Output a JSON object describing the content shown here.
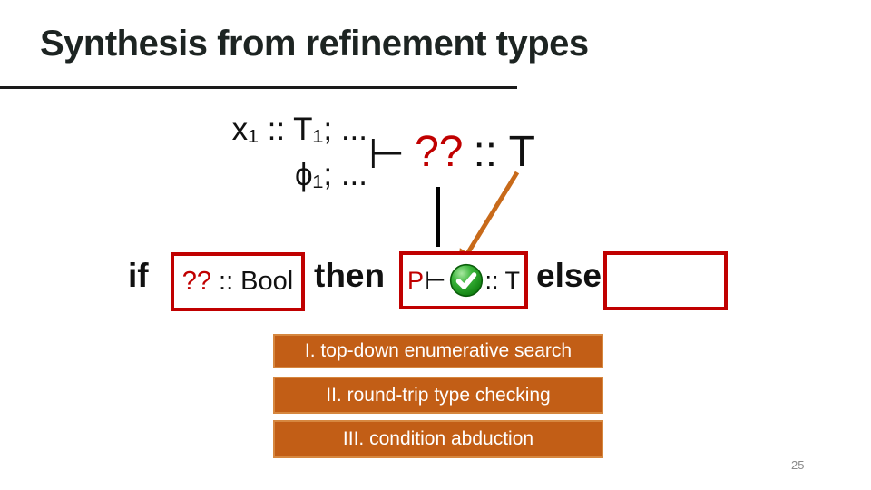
{
  "slide": {
    "title": "Synthesis from refinement types",
    "page_number": "25"
  },
  "judgment": {
    "context_line1": "x₁ :: T₁; ...",
    "context_line2": "ϕ₁; ...",
    "turnstile": "⊢",
    "hole": "??",
    "goal_type": ":: T"
  },
  "expression": {
    "if_keyword": "if",
    "condition_hole": "??",
    "condition_type": ":: Bool",
    "then_keyword": "then",
    "then_env": "P",
    "then_turnstile": "⊢",
    "then_type": ":: T",
    "else_keyword": "else"
  },
  "banners": [
    {
      "label": "I. top-down enumerative search"
    },
    {
      "label": "II. round-trip type checking"
    },
    {
      "label": "III. condition abduction"
    }
  ],
  "icons": {
    "check_circle": "check-circle-icon"
  },
  "colors": {
    "box_border_red": "#c00000",
    "hole_red": "#c00000",
    "arrow_orange": "#c86a1a",
    "banner_orange": "#c25e16",
    "banner_border": "#d6873f",
    "check_green": "#1e9e1e",
    "title_ink": "#1d2422",
    "page_number_gray": "#8a8a8a"
  }
}
